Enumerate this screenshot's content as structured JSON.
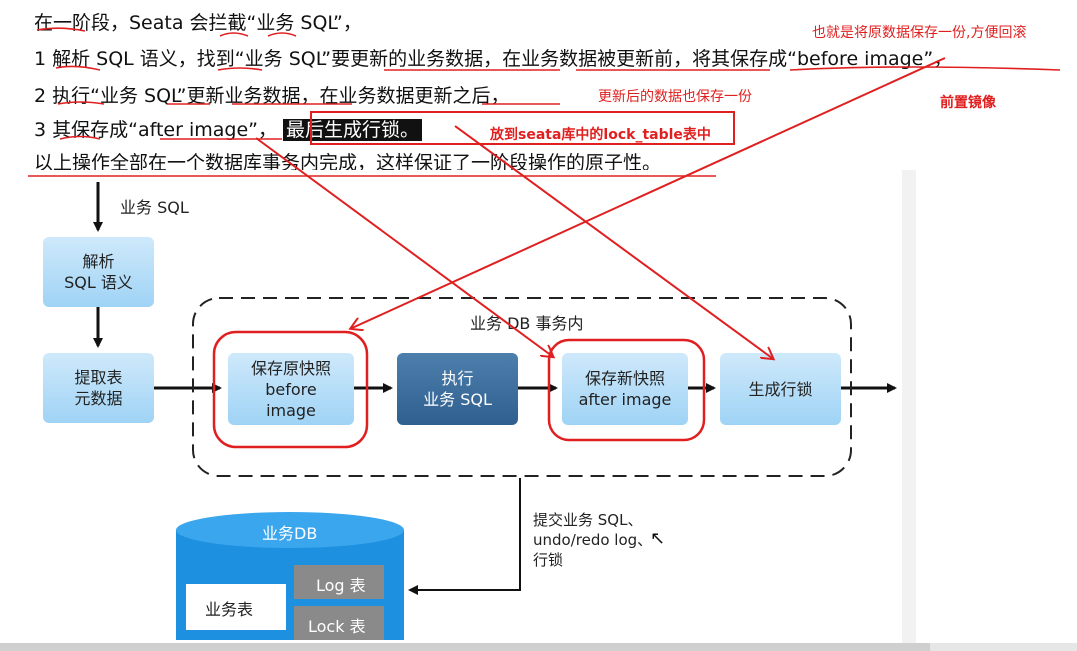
{
  "text_lines": {
    "line1": "在一阶段，Seata 会拦截“业务 SQL”，",
    "line2": "1  解析 SQL 语义，找到“业务 SQL”要更新的业务数据，在业务数据被更新前，将其保存成“before image”，",
    "line3": "2  执行“业务 SQL”更新业务数据，在业务数据更新之后，",
    "line4_a": "3  其保存成“after image”，",
    "line4_sel": "最后生成行锁。",
    "line5": "以上操作全部在一个数据库事务内完成，这样保证了一阶段操作的原子性。"
  },
  "annotations": {
    "top_right": "也就是将原数据保存一份,方便回滚",
    "update_after": "更新后的数据也保存一份",
    "before_mirror": "前置镜像",
    "lock_table": "放到seata库中的lock_table表中"
  },
  "diagram": {
    "input_label": "业务 SQL",
    "parse": "解析\nSQL 语义",
    "extract": "提取表\n元数据",
    "transaction_label": "业务 DB 事务内",
    "save_before": "保存原快照\nbefore\nimage",
    "execute": "执行\n业务 SQL",
    "save_after": "保存新快照\nafter image",
    "gen_lock": "生成行锁",
    "commit": "提交业务 SQL、\nundo/redo log、\n行锁",
    "db_title": "业务DB",
    "db_table": "业务表",
    "db_log": "Log 表",
    "db_lock": "Lock 表"
  },
  "colors": {
    "annotation_red": "#e02020",
    "node_light": "#a9d8f7",
    "node_dark": "#3a6b9a",
    "db_blue": "#1e90e0"
  }
}
